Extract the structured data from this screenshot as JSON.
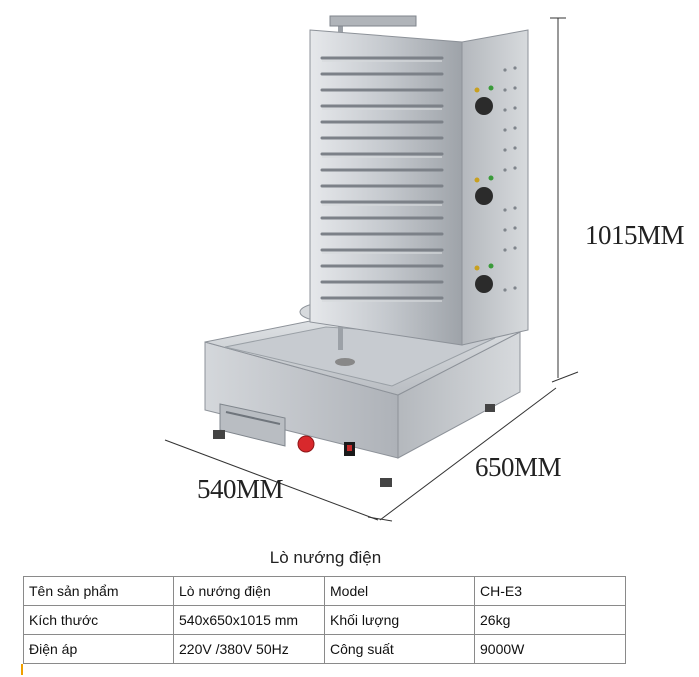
{
  "figure": {
    "dimensions": {
      "height": "1015MM",
      "depth": "650MM",
      "width": "540MM"
    }
  },
  "caption": "Lò nướng điện",
  "specs": {
    "rows": [
      [
        "Tên sản phẩm",
        "Lò nướng điện",
        "Model",
        "CH-E3"
      ],
      [
        "Kích thước",
        "540x650x1015 mm",
        "Khối lượng",
        "26kg"
      ],
      [
        "Điện áp",
        "220V /380V 50Hz",
        "Công suất",
        "9000W"
      ]
    ]
  },
  "colors": {
    "steel": "#c9cdd2",
    "steel_dark": "#8d9299",
    "knob": "#2b2b2b",
    "red_button": "#d8282c",
    "table_border": "#8a8a8a"
  }
}
